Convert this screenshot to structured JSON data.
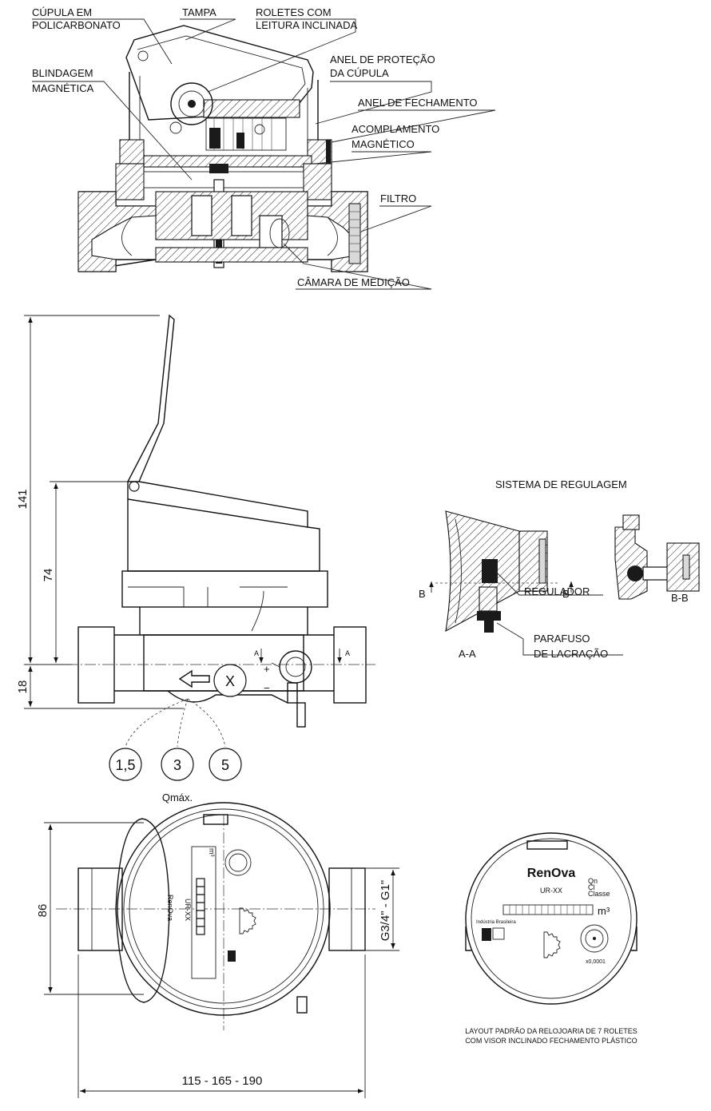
{
  "callouts": {
    "cupula": [
      "CÚPULA EM",
      "POLICARBONATO"
    ],
    "tampa": "TAMPA",
    "roletes": [
      "ROLETES COM",
      "LEITURA INCLINADA"
    ],
    "anel_protecao": [
      "ANEL DE PROTEÇÃO",
      "DA CÚPULA"
    ],
    "blindagem": [
      "BLINDAGEM",
      "MAGNÉTICA"
    ],
    "anel_fechamento": "ANEL DE FECHAMENTO",
    "acoplamento": [
      "ACOMPLAMENTO",
      "MAGNÉTICO"
    ],
    "filtro": "FILTRO",
    "camara": "CÂMARA DE MEDIÇÃO"
  },
  "side_view": {
    "dim_total": "141",
    "dim_upper": "74",
    "dim_lower": "18",
    "section_mark": "A",
    "plus": "+",
    "minus": "−",
    "flow_symbol": "X",
    "qmax_options": [
      "1,5",
      "3",
      "5"
    ],
    "qmax_label": "Qmáx."
  },
  "regulagem": {
    "title": "SISTEMA DE REGULAGEM",
    "mark_b": "B",
    "regulador": "REGULADOR",
    "parafuso": [
      "PARAFUSO",
      "DE LACRAÇÃO"
    ],
    "section_aa": "A-A",
    "section_bb": "B-B"
  },
  "top_view": {
    "dim_height": "86",
    "dim_thread": "G3/4\" - G1\"",
    "dim_length": "115 - 165 - 190",
    "dial_brand": "RenOva",
    "dial_model": "UR-XX",
    "dial_unit": "m³"
  },
  "dial_layout": {
    "brand": "RenOva",
    "model": "UR-XX",
    "unit": "m³",
    "class_text": [
      "Qn",
      "Cl",
      "Classe"
    ],
    "maker_text": "Indústria Brasileira",
    "serial_text": "x0,0001",
    "caption": [
      "LAYOUT PADRÃO DA RELOJOARIA DE 7 ROLETES",
      "COM VISOR INCLINADO FECHAMENTO PLÁSTICO"
    ]
  }
}
